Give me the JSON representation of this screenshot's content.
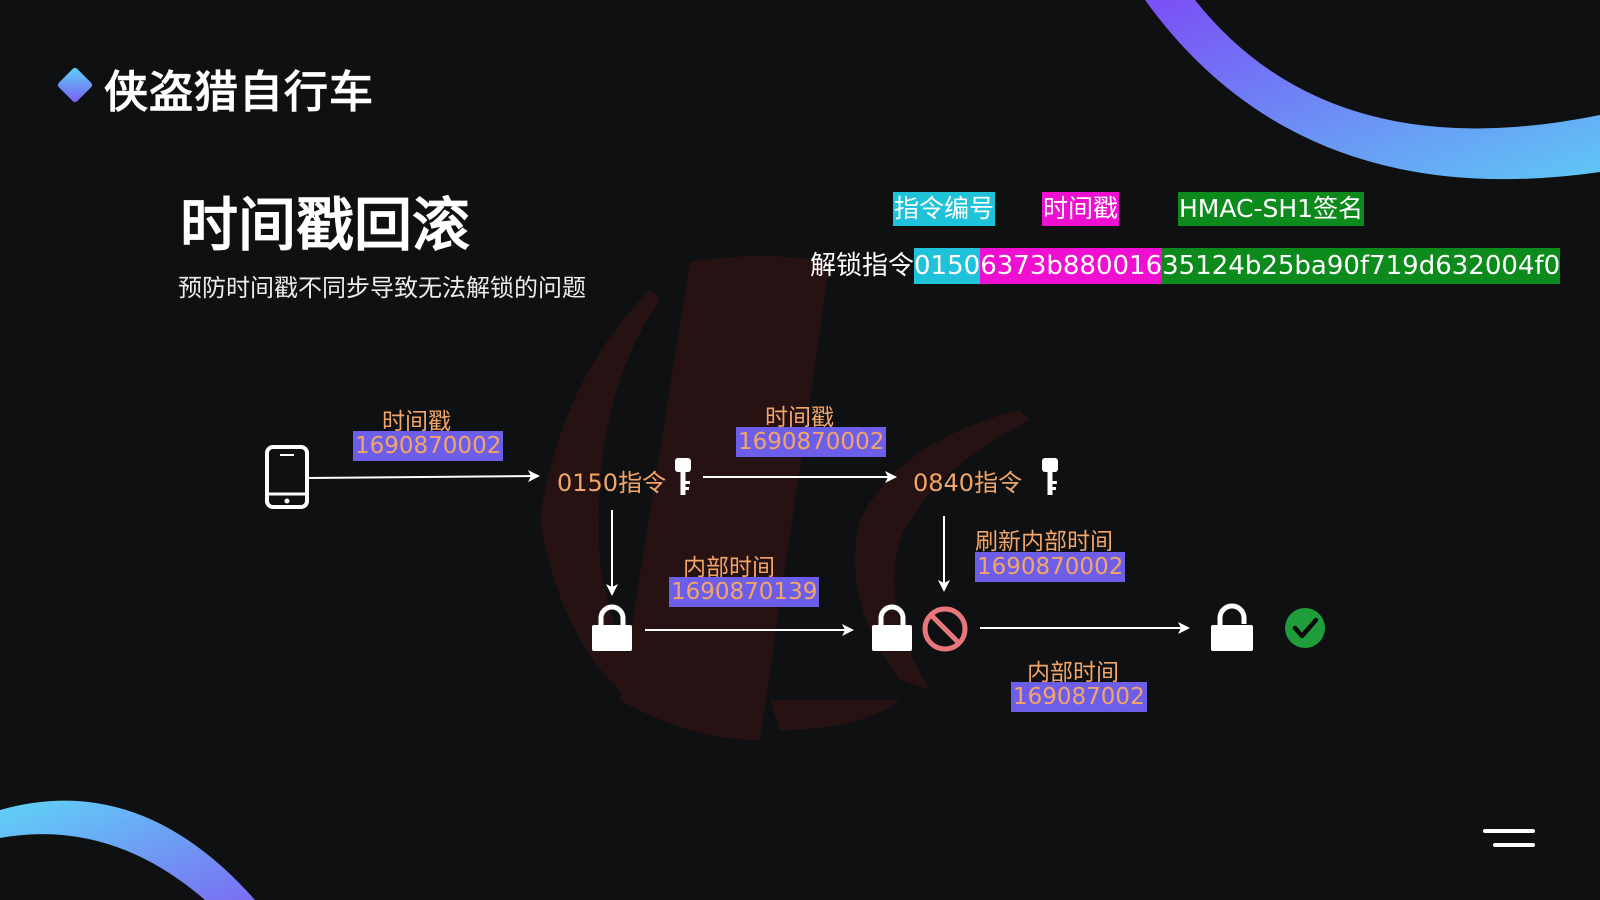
{
  "header": {
    "title": "侠盗猎自行车"
  },
  "slide": {
    "title": "时间戳回滚",
    "subtitle": "预防时间戳不同步导致无法解锁的问题"
  },
  "legend": {
    "command_id": "指令编号",
    "timestamp": "时间戳",
    "signature": "HMAC-SH1签名"
  },
  "unlock_command": {
    "label": "解锁指令",
    "cmd_part": "0150",
    "ts_part": "6373b880016",
    "sig_part": "35124b25ba90f719d632004f0"
  },
  "flow": {
    "ts_label_1": "时间戳",
    "ts_value_1": "1690870002",
    "cmd_1": "0150指令",
    "ts_label_2": "时间戳",
    "ts_value_2": "1690870002",
    "cmd_2": "0840指令",
    "internal_label_1": "内部时间",
    "internal_value_1": "1690870139",
    "refresh_label": "刷新内部时间",
    "refresh_value": "1690870002",
    "internal_label_2": "内部时间",
    "internal_value_2": "169087002"
  },
  "colors": {
    "background": "#0e1011",
    "command_highlight": "#1fc2d8",
    "timestamp_highlight": "#ef0fd0",
    "signature_highlight": "#0d8a1c",
    "value_badge": "#6c5ee8",
    "label_orange": "#f3a567",
    "success_green": "#1f9d3a",
    "deny_red": "#e8777b"
  },
  "icons": [
    "diamond-bullet-icon",
    "phone-icon",
    "key-icon",
    "lock-closed-icon",
    "lock-open-icon",
    "prohibited-icon",
    "check-circle-icon",
    "menu-icon"
  ]
}
